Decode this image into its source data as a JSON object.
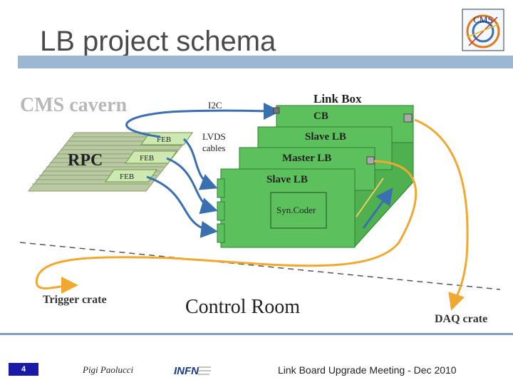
{
  "slide": {
    "title": "LB project schema",
    "page_number": "4",
    "author": "Pigi Paolucci",
    "meeting": "Link Board Upgrade Meeting - Dec 2010",
    "logo_text": "CMS",
    "infn_text": "INFN"
  },
  "diagram": {
    "cms_cavern": "CMS cavern",
    "rpc": "RPC",
    "feb": [
      "FEB",
      "FEB",
      "FEB"
    ],
    "i2c": "I2C",
    "lvds_line1": "LVDS",
    "lvds_line2": "cables",
    "link_box": "Link Box",
    "cb": "CB",
    "slave_lb_top": "Slave LB",
    "master_lb": "Master LB",
    "slave_lb_front": "Slave LB",
    "syncoder": "Syn.Coder",
    "trigger_crate": "Trigger crate",
    "control_room": "Control Room",
    "daq_crate": "DAQ crate"
  },
  "colors": {
    "board_green": "#5cc15c",
    "board_green_dark": "#3f9e3f",
    "arrow_blue": "#3a6fb0",
    "arrow_orange": "#f0a830",
    "title_bar": "#9bb7d4",
    "page_badge": "#1a1aa8"
  }
}
